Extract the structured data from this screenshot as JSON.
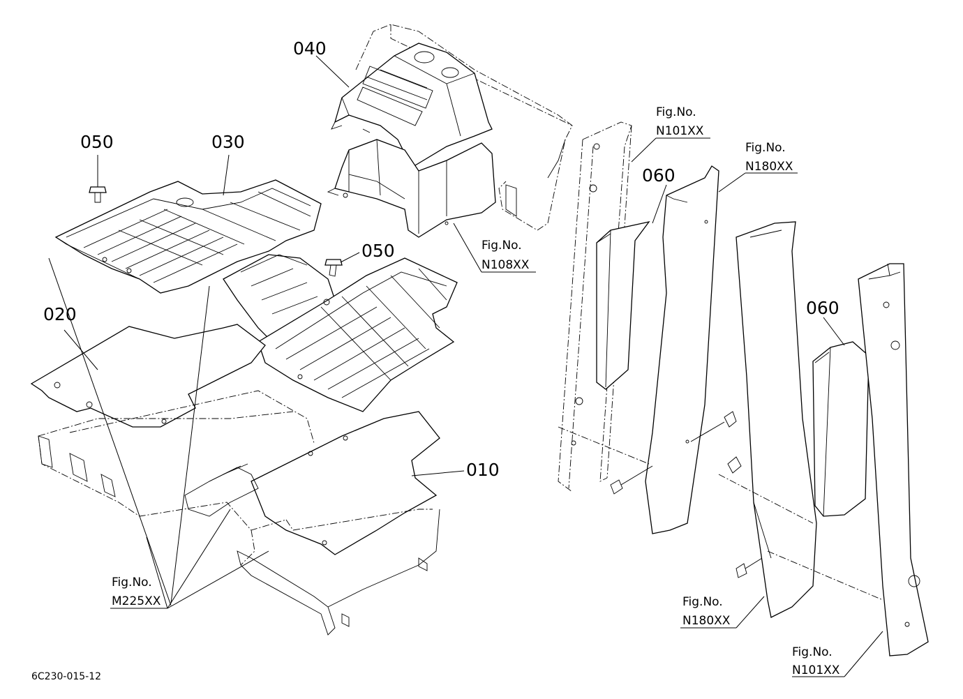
{
  "parts": [
    {
      "key": "p010",
      "number": "010"
    },
    {
      "key": "p020",
      "number": "020"
    },
    {
      "key": "p030",
      "number": "030"
    },
    {
      "key": "p040",
      "number": "040"
    },
    {
      "key": "p050a",
      "number": "050"
    },
    {
      "key": "p050b",
      "number": "050"
    },
    {
      "key": "p060a",
      "number": "060"
    },
    {
      "key": "p060b",
      "number": "060"
    }
  ],
  "figure_refs": [
    {
      "key": "n101-top",
      "label": "Fig.No.",
      "code": "N101XX"
    },
    {
      "key": "n180-top",
      "label": "Fig.No.",
      "code": "N180XX"
    },
    {
      "key": "n108",
      "label": "Fig.No.",
      "code": "N108XX"
    },
    {
      "key": "m225",
      "label": "Fig.No.",
      "code": "M225XX"
    },
    {
      "key": "n180-bottom",
      "label": "Fig.No.",
      "code": "N180XX"
    },
    {
      "key": "n101-bottom",
      "label": "Fig.No.",
      "code": "N101XX"
    }
  ],
  "drawing_number": "6C230-015-12"
}
